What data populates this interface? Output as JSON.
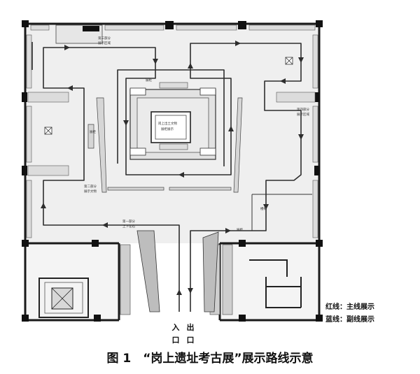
{
  "caption": "图 1　“岗上遗址考古展”展示路线示意",
  "legend": {
    "red_line": "红线：主线展示",
    "blue_line": "蓝线：副线展示"
  },
  "entrance": {
    "chars": [
      "入",
      "口"
    ]
  },
  "exit": {
    "chars": [
      "出",
      "口"
    ]
  },
  "labels": {
    "center_case": "岗上出土文物",
    "center_sub": "展柜展示",
    "part_one": "第一部分",
    "part_one_sub": "上下左右",
    "part_two": "第二部分",
    "part_two_sub": "展示文物",
    "part_three": "第三部分",
    "part_three_sub": "展示区域",
    "part_four": "第四部分",
    "part_four_sub": "展示区域",
    "left_case": "展柜",
    "right_case": "展柜",
    "top_case": "展柜",
    "stairs": "楼梯"
  },
  "colors": {
    "wall": "#1a1a1a",
    "floor": "#efefef",
    "route": "#2d2d2d",
    "paper": "#ffffff"
  }
}
